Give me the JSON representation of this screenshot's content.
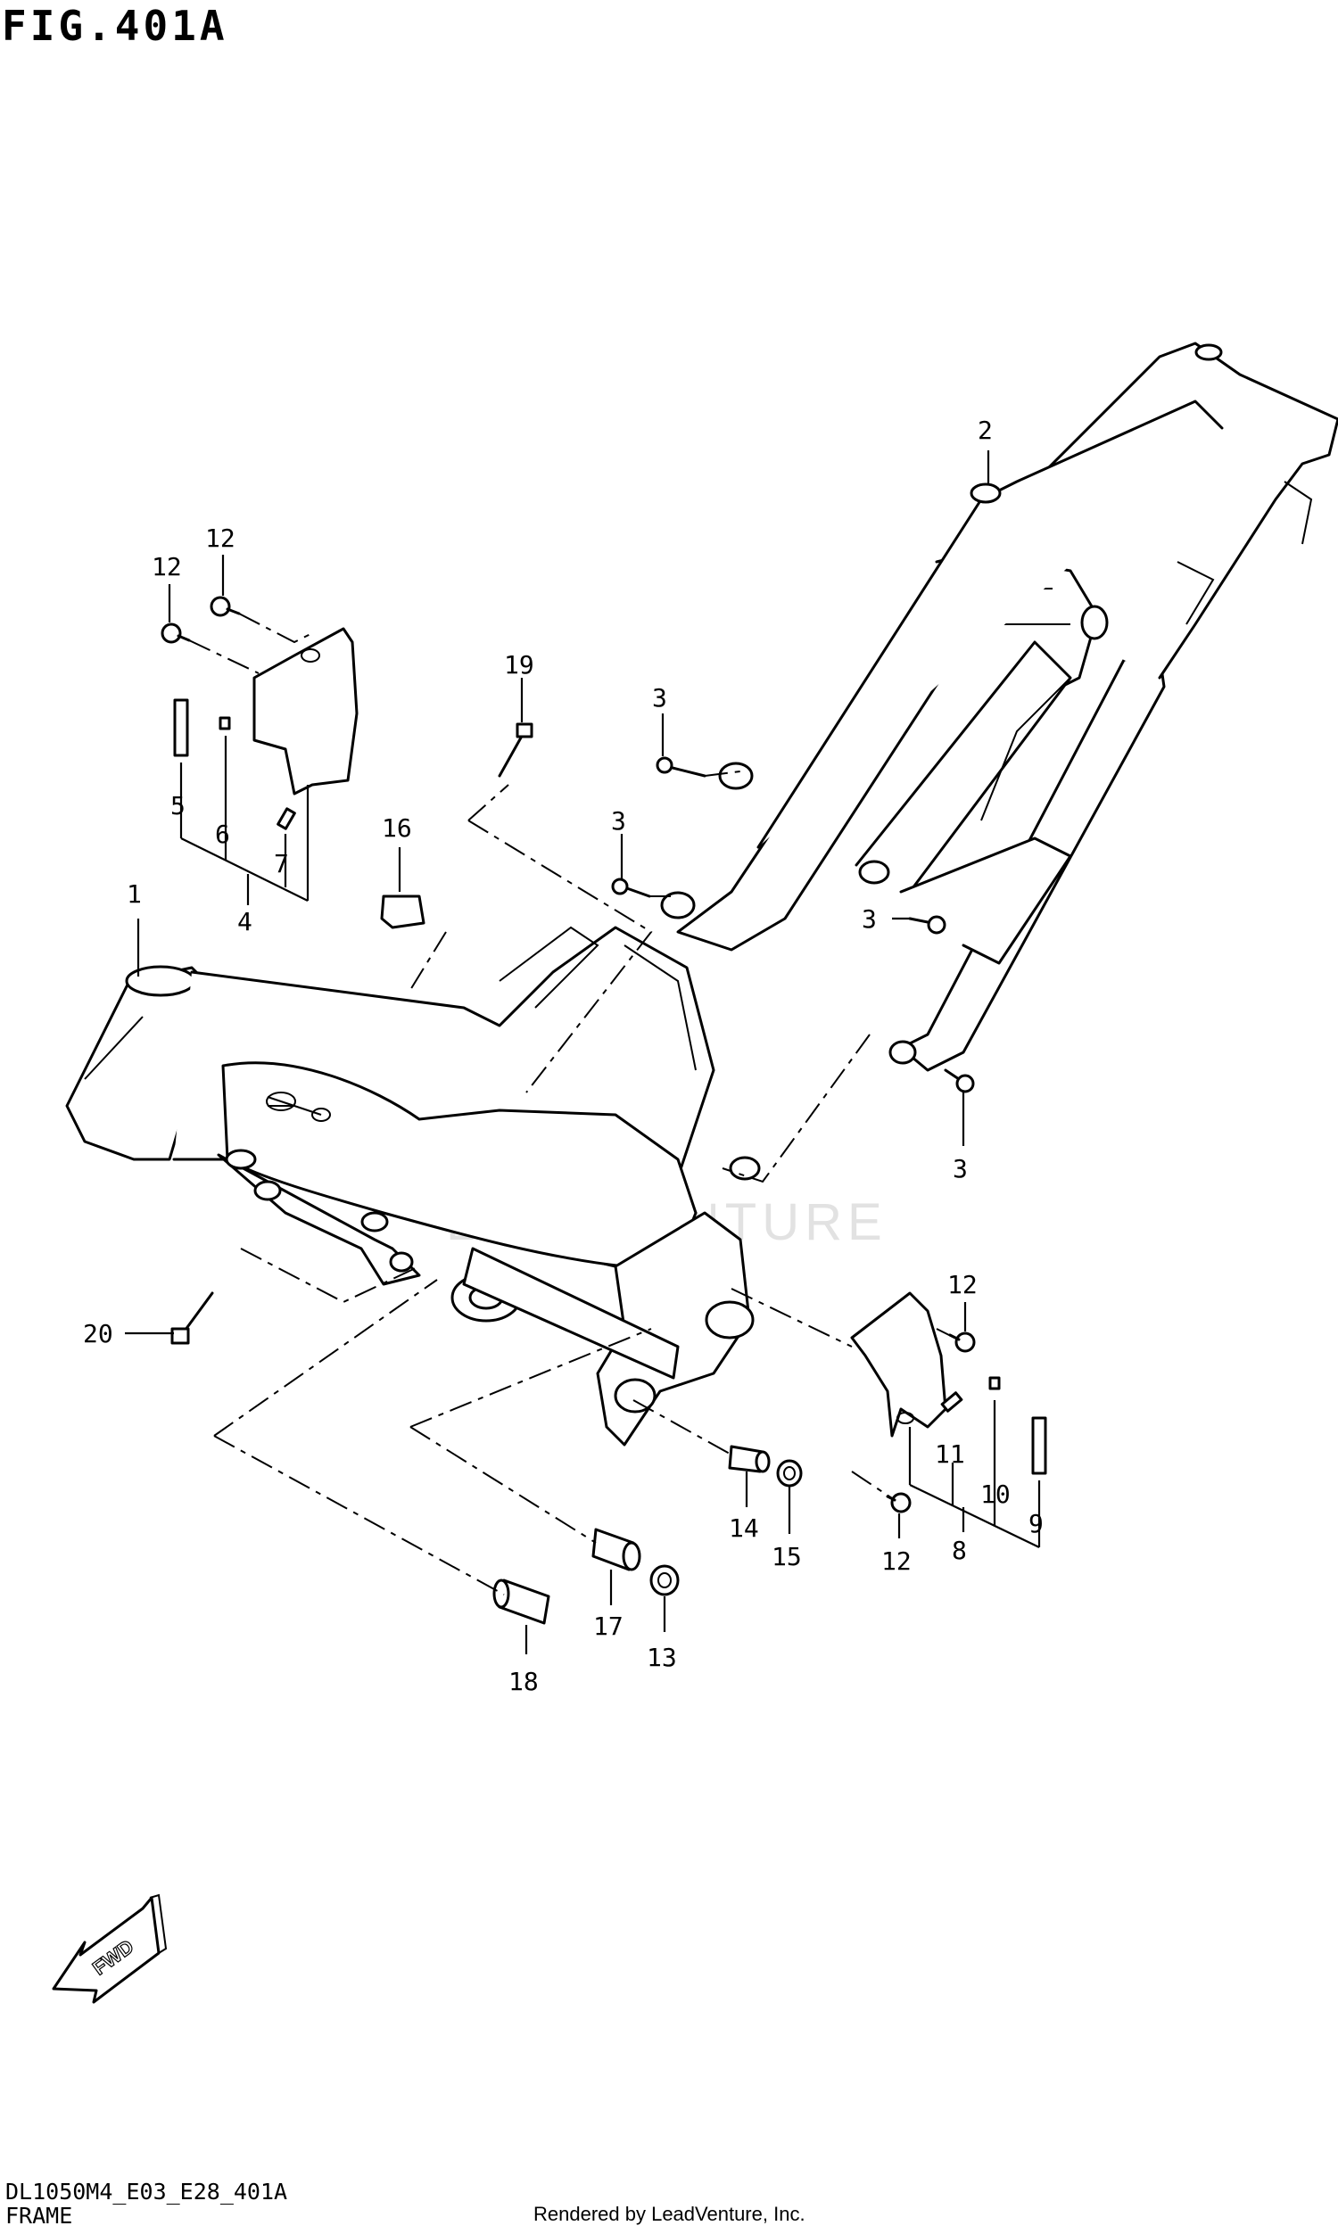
{
  "figure": {
    "title": "FIG.401A",
    "code": "DL1050M4_E03_E28_401A",
    "name": "FRAME",
    "credit": "Rendered by LeadVenture, Inc.",
    "watermark": "LEADVENTURE",
    "fwd_label": "FWD"
  },
  "callouts": [
    "1",
    "2",
    "3",
    "3",
    "3",
    "3",
    "4",
    "5",
    "6",
    "7",
    "8",
    "9",
    "10",
    "11",
    "12",
    "12",
    "12",
    "12",
    "13",
    "14",
    "15",
    "16",
    "17",
    "18",
    "19",
    "20"
  ]
}
